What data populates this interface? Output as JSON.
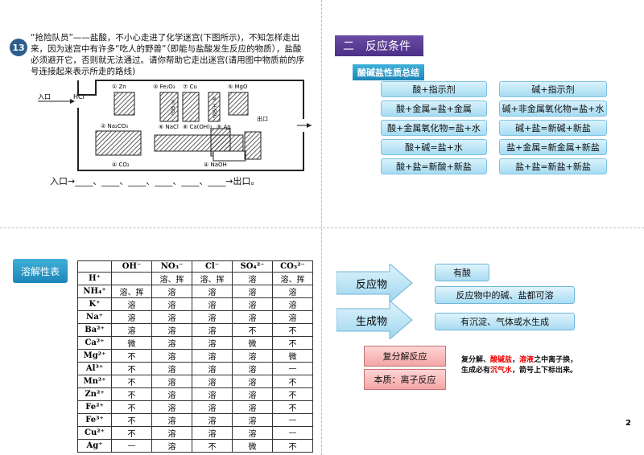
{
  "q1": {
    "badge": "13",
    "text": "“抢险队员”——盐酸，不小心走进了化学迷宫(下图所示)，不知怎样走出来，因为迷宫中有许多“吃人的野兽”（即能与盐酸发生反应的物质），盐酸必须避开它，否则就无法通过。请你帮助它走出迷宫(请用图中物质前的序号连接起来表示所走的路线)",
    "entrance": "入口",
    "entrance_acid": "HCl",
    "exit": "出口",
    "cells": [
      "① Zn",
      "③ Fe₂O₃",
      "⑦ Cu",
      "⑤ MgO",
      "② Na₂CO₃",
      "⑥ NaCl",
      "⑧ Ca(OH)₂",
      "⑨ Ag",
      "④ CO₂",
      "④ NaOH"
    ],
    "vertical_labels": [
      "⑪ SO₃",
      "⑩ H₂SO₄"
    ],
    "answer": "入口→____、____、____、____、____、____→出口。"
  },
  "q2": {
    "section": "二　反应条件",
    "subtitle": "酸碱盐性质总结",
    "left_rules": [
      "酸+指示剂",
      "酸+金属=盐+金属",
      "酸+金属氧化物=盐+水",
      "酸+碱=盐+水",
      "酸+盐=新酸+新盐"
    ],
    "right_rules": [
      "碱+指示剂",
      "碱+非金属氧化物=盐+水",
      "碱+盐=新碱+新盐",
      "盐+金属=新金属+新盐",
      "盐+盐=新盐+新盐"
    ]
  },
  "q3": {
    "title": "溶解性表",
    "headers": [
      "",
      "OH⁻",
      "NO₃⁻",
      "Cl⁻",
      "SO₄²⁻",
      "CO₃²⁻"
    ],
    "rows": [
      [
        "H⁺",
        "",
        "溶、挥",
        "溶、挥",
        "溶",
        "溶、挥"
      ],
      [
        "NH₄⁺",
        "溶、挥",
        "溶",
        "溶",
        "溶",
        "溶"
      ],
      [
        "K⁺",
        "溶",
        "溶",
        "溶",
        "溶",
        "溶"
      ],
      [
        "Na⁺",
        "溶",
        "溶",
        "溶",
        "溶",
        "溶"
      ],
      [
        "Ba²⁺",
        "溶",
        "溶",
        "溶",
        "不",
        "不"
      ],
      [
        "Ca²⁺",
        "微",
        "溶",
        "溶",
        "微",
        "不"
      ],
      [
        "Mg²⁺",
        "不",
        "溶",
        "溶",
        "溶",
        "微"
      ],
      [
        "Al³⁺",
        "不",
        "溶",
        "溶",
        "溶",
        "—"
      ],
      [
        "Mn²⁺",
        "不",
        "溶",
        "溶",
        "溶",
        "不"
      ],
      [
        "Zn²⁺",
        "不",
        "溶",
        "溶",
        "溶",
        "不"
      ],
      [
        "Fe²⁺",
        "不",
        "溶",
        "溶",
        "溶",
        "不"
      ],
      [
        "Fe³⁺",
        "不",
        "溶",
        "溶",
        "溶",
        "—"
      ],
      [
        "Cu²⁺",
        "不",
        "溶",
        "溶",
        "溶",
        "—"
      ],
      [
        "Ag⁺",
        "—",
        "溶",
        "不",
        "微",
        "不"
      ]
    ]
  },
  "q4": {
    "reactant": "反应物",
    "product": "生成物",
    "cond1": "有酸",
    "cond2": "反应物中的碱、盐都可溶",
    "cond3": "有沉淀、气体或水生成",
    "box1": "复分解反应",
    "box2": "本质：离子反应",
    "note_parts": [
      "复分解、",
      "酸碱盐",
      "，",
      "溶液",
      "之中离子换，"
    ],
    "note_line2_parts": [
      "生成必有",
      "沉气水",
      "，箭号上下标出来。"
    ],
    "page": "2"
  }
}
